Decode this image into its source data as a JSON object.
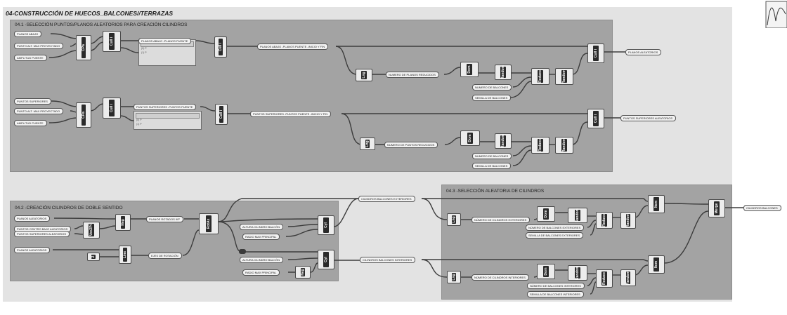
{
  "title": "04-CONSTRUCCIÓN DE HUECOS_BALCONES//TERRAZAS",
  "groups": {
    "g41": "04.1 -SELECCIÓN PUNTOS/PLANOS ALEATORIOS PARA CREACIÓN CILINDROS",
    "g42": "04.2 -CREACIÓN CILINDROS DE DOBLE SENTIDO",
    "g43": "04.3 -SELECCIÓN ALEATORIA DE CILINDROS"
  },
  "params": {
    "planos_abajo": "PLANOS ABAJO",
    "punto_alt_max": "PUNTO ALT. MAX PROYECTADO",
    "amplitud_puente": "AMPLITUD PUENTE",
    "planos_abajo_puente": "PLANOS ABAJO -PLANOS PUENTE",
    "planos_abajo_inicio_fin": "PLANOS ABAJO -PLANOS PUENTE -INICIO Y FIN",
    "numero_planos_reducidos": "NUMERO DE PLANOS REDUCIDOS",
    "numero_balcones": "NUMERO DE BALCONES",
    "semilla_balcones": "SEMILLA DE BALCONES",
    "planos_aleatorios_out": "PLANOS ALEATORIOS",
    "puntos_superiores": "PUNTOS SUPERIORES",
    "puntos_superiores_puente": "PUNTOS SUPERIORES -PUNTOS PUENTE",
    "puntos_superiores_inicio_fin": "PUNTOS SUPERIORES -PUNTOS PUENTE -INICIO Y FIN",
    "numero_puntos_reducidos": "NUMERO DE PUNTOS REDUCIDOS",
    "puntos_superiores_aleatorios": "PUNTOS SUPERIORES ALEATORIOS",
    "planos_aleatorios": "PLANOS ALEATORIOS",
    "puntos_centro_bajo": "PUNTOS CENTRO BAJO ALEATORIOS",
    "puntos_superiores_aleatorios_in": "PUNTOS SUPERIORES ALEATORIOS",
    "planos_aleatorios_2": "PLANOS ALEATORIOS",
    "planos_rotados": "PLANOS ROTADOS 90º",
    "ejes_rotacion": "EJES DE ROTACIÓN",
    "altura_cilindro_1": "ALTURA CILINDRO BALCÓN",
    "radio_max_1": "RADIO MAX PRINCIPAL",
    "altura_cilindro_2": "ALTURA CILINDRO BALCÓN",
    "radio_max_2": "RADIO MAX PRINCIPAL",
    "cilindros_exteriores": "CILINDROS BALCONES EXTERIORES",
    "cilindros_interiores": "CILINDROS BALCONES INTERIORES",
    "numero_cilindros_exteriores": "NÚMERO DE CILINDROS EXTERIORES",
    "numero_balcones_exteriores": "NÚMERO DE BALCONES EXTERIORES",
    "semilla_balcones_exteriores": "SEMILLA DE BALCONES EXTERIORES",
    "numero_cilindros_interiores": "NÚMERO DE CILINDROS INTERIORES",
    "numero_balcones_interiores": "NÚMERO DE BALCONES INTERIORES",
    "semilla_balcones_interiores": "SEMILLA DE BALCONES INTERIORES",
    "cilindros_balcones": "CILINDROS BALCONES"
  },
  "components": {
    "cull": "Cull i",
    "cpa": "CPa",
    "lng": "Lng",
    "dom": "Dom",
    "rndr": "Random",
    "reduce": "Reduce",
    "rnd": "Random",
    "vec2pt": "Vec2Pt",
    "line": "Line",
    "rotax": "RotAx",
    "cyl": "Cyl",
    "neg": "Neg",
    "item": "Item",
    "merge": "Merge",
    "num": "2",
    "xy": "XY",
    "nfin": "N"
  },
  "colors": {
    "canvas": "#e3e3e3",
    "group": "#a3a3a3",
    "component": "#2a2a2a",
    "wire": "#3c3c3c"
  }
}
